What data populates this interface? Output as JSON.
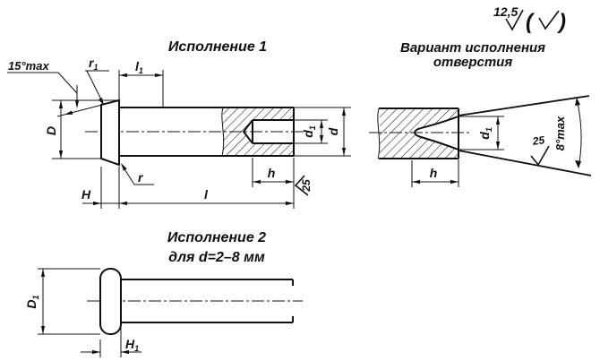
{
  "corner_roughness": {
    "value": "12,5",
    "paren_open": "(",
    "paren_close": ")"
  },
  "views": {
    "ispolnenie1": {
      "title": "Исполнение 1",
      "dims": {
        "head_angle": "15°max",
        "r1": {
          "base": "r",
          "sub": "1"
        },
        "l1": {
          "base": "l",
          "sub": "1"
        },
        "D": "D",
        "H": "H",
        "r": "r",
        "l": "l",
        "d1": {
          "base": "d",
          "sub": "1"
        },
        "d": "d",
        "h": "h",
        "hole_roughness": "25"
      }
    },
    "hole_variant": {
      "title_line1": "Вариант исполнения",
      "title_line2": "отверстия",
      "dims": {
        "d1": {
          "base": "d",
          "sub": "1"
        },
        "h": "h",
        "taper_angle": "8°max",
        "hole_roughness": "25"
      }
    },
    "ispolnenie2": {
      "title": "Исполнение 2",
      "subtitle": "для d=2–8 мм",
      "dims": {
        "D1": {
          "base": "D",
          "sub": "1"
        },
        "H1": {
          "base": "H",
          "sub": "1"
        }
      }
    }
  }
}
